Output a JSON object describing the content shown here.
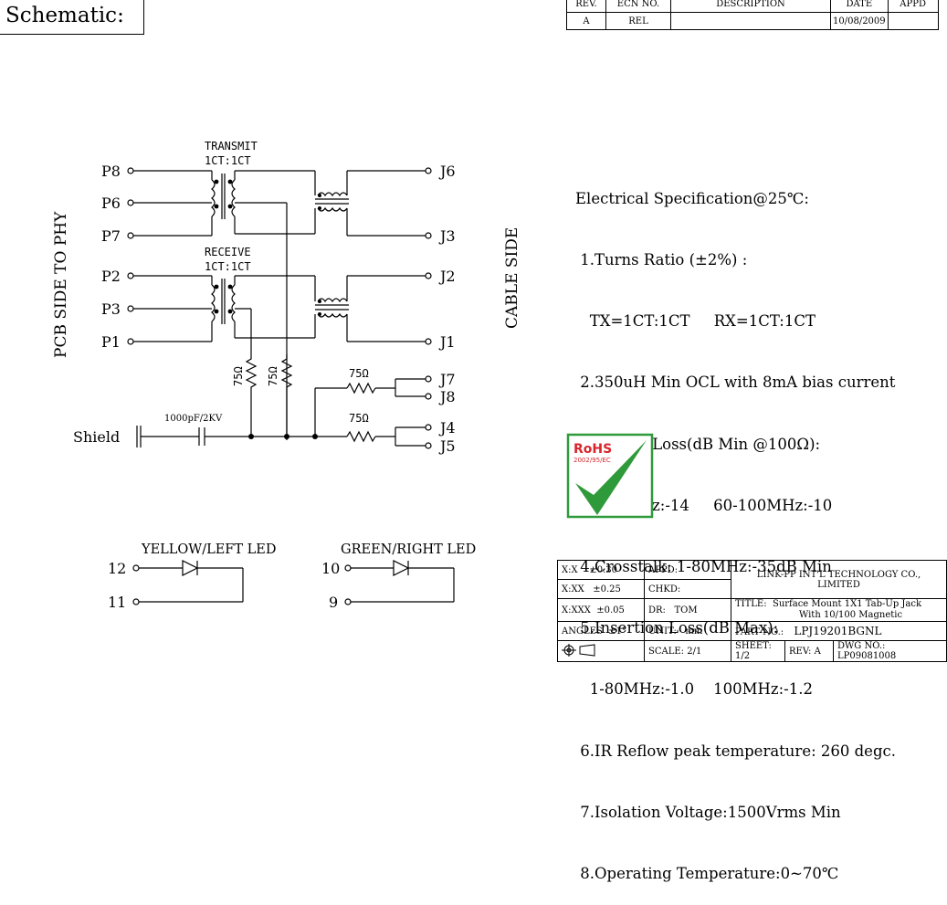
{
  "header": {
    "title": "Schematic:"
  },
  "revision_table": {
    "headers": [
      "REV.",
      "ECN NO.",
      "DESCRIPTION",
      "DATE",
      "APPD"
    ],
    "row": [
      "A",
      "REL",
      "",
      "10/08/2009",
      ""
    ]
  },
  "schematic": {
    "transmit_label": "TRANSMIT",
    "transmit_ratio": "1CT:1CT",
    "receive_label": "RECEIVE",
    "receive_ratio": "1CT:1CT",
    "pins_left": [
      "P8",
      "P6",
      "P7",
      "P2",
      "P3",
      "P1"
    ],
    "pins_right": [
      "J6",
      "J3",
      "J2",
      "J1",
      "J7",
      "J8",
      "J4",
      "J5"
    ],
    "resistor_label": "75Ω",
    "cap_label": "1000pF/2KV",
    "shield_label": "Shield",
    "pcb_side_label": "PCB SIDE TO PHY",
    "cable_side_label": "CABLE SIDE"
  },
  "leds": {
    "yellow_label": "YELLOW/LEFT LED",
    "green_label": "GREEN/RIGHT LED",
    "yellow_pins": [
      "12",
      "11"
    ],
    "green_pins": [
      "10",
      "9"
    ]
  },
  "spec": {
    "title": "Electrical Specification@25℃:",
    "lines": [
      " 1.Turns Ratio (±2%) :",
      "   TX=1CT:1CT     RX=1CT:1CT",
      " 2.350uH Min OCL with 8mA bias current",
      " 3.Return Loss(dB Min @100Ω):",
      "   1-60MHz:-14     60-100MHz:-10",
      " 4.Crosstalk: 1-80MHz:-35dB Min",
      " 5.Insertion Loss(dB Max):",
      "   1-80MHz:-1.0    100MHz:-1.2",
      " 6.IR Reflow peak temperature: 260 degc.",
      " 7.Isolation Voltage:1500Vrms Min",
      " 8.Operating Temperature:0~70℃"
    ]
  },
  "rohs": {
    "text": "RoHS",
    "sub": "2002/95/EC",
    "colors": {
      "green": "#2f9a3a",
      "red": "#d8262c"
    }
  },
  "title_block": {
    "tol_x": "X:X    ±0.30",
    "tol_xx": "X:XX   ±0.25",
    "tol_xxx": "X:XXX  ±0.05",
    "angles": "ANGLES  ±1°",
    "appd": "APPD:",
    "chkd": "CHKD:",
    "dr": "DR:   TOM",
    "unit": "UNIT:   mm",
    "company": "LINK-PP INT'L TECHNOLOGY CO., LIMITED",
    "title_label": "TITLE:",
    "title_line1": "Surface Mount 1X1 Tab-Up Jack",
    "title_line2": "With 10/100 Magnetic",
    "part_label": "PART NO.:",
    "part_no": "LPJ19201BGNL",
    "scale_label": "SCALE:",
    "scale": "2/1",
    "sheet_label": "SHEET:",
    "sheet": "1/2",
    "rev_label": "REV:",
    "rev": "A",
    "dwg_label": "DWG NO.:",
    "dwg_no": "LP09081008"
  }
}
